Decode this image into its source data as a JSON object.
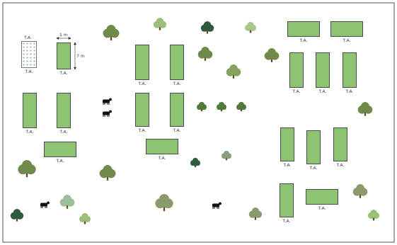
{
  "diagram": {
    "nodes": [
      {
        "text": [
          "T.A."
        ]
      },
      {
        "text": [
          "T.A."
        ]
      },
      {
        "text": [
          "T.A."
        ]
      },
      {
        "text": [
          "T.A."
        ]
      },
      {
        "text": [
          "T.A."
        ]
      },
      {
        "text": [
          "T.A."
        ]
      },
      {
        "text": [
          "T.A."
        ]
      },
      {
        "text": [
          "T.A."
        ]
      },
      {
        "text": [
          "T.A."
        ]
      },
      {
        "text": [
          "T.A."
        ]
      },
      {
        "text": [
          "T.A."
        ]
      },
      {
        "text": [
          "T.A."
        ]
      },
      {
        "text": [
          "T.A."
        ]
      },
      {
        "text": [
          "T.A."
        ]
      },
      {
        "text": [
          "T.A."
        ]
      },
      {
        "text": [
          "T.A."
        ]
      },
      {
        "text": [
          "T.A."
        ]
      },
      {
        "text": [
          "T.A."
        ]
      },
      {
        "text": [
          "T.A."
        ]
      },
      {
        "text": [
          "T.A."
        ]
      }
    ],
    "labels": [
      "T.A.",
      "1 m",
      "7 m"
    ]
  }
}
